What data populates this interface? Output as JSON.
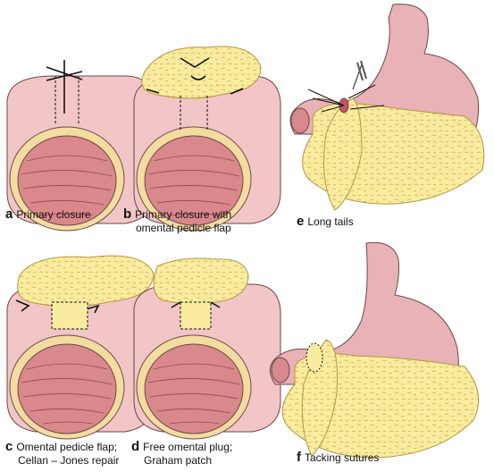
{
  "panels": {
    "a": {
      "letter": "a",
      "caption": [
        "Primary closure"
      ]
    },
    "b": {
      "letter": "b",
      "caption": [
        "Primary closure with",
        "omental pedicle flap"
      ]
    },
    "c": {
      "letter": "c",
      "caption": [
        "Omental pedicle flap;",
        "Cellan – Jones repair"
      ]
    },
    "d": {
      "letter": "d",
      "caption": [
        "Free omental plug;",
        "Graham patch"
      ]
    },
    "e": {
      "letter": "e",
      "caption": [
        "Long tails"
      ]
    },
    "f": {
      "letter": "f",
      "caption": [
        "Tacking sutures"
      ]
    }
  },
  "colors": {
    "duodenum_wall": "#f2c6c6",
    "lumen": "#d9888c",
    "rim": "#f4dca0",
    "omentum": "#f9ec9e",
    "stomach": "#e9b2b6",
    "outline": "#3a2a2a",
    "suture": "#111111"
  }
}
